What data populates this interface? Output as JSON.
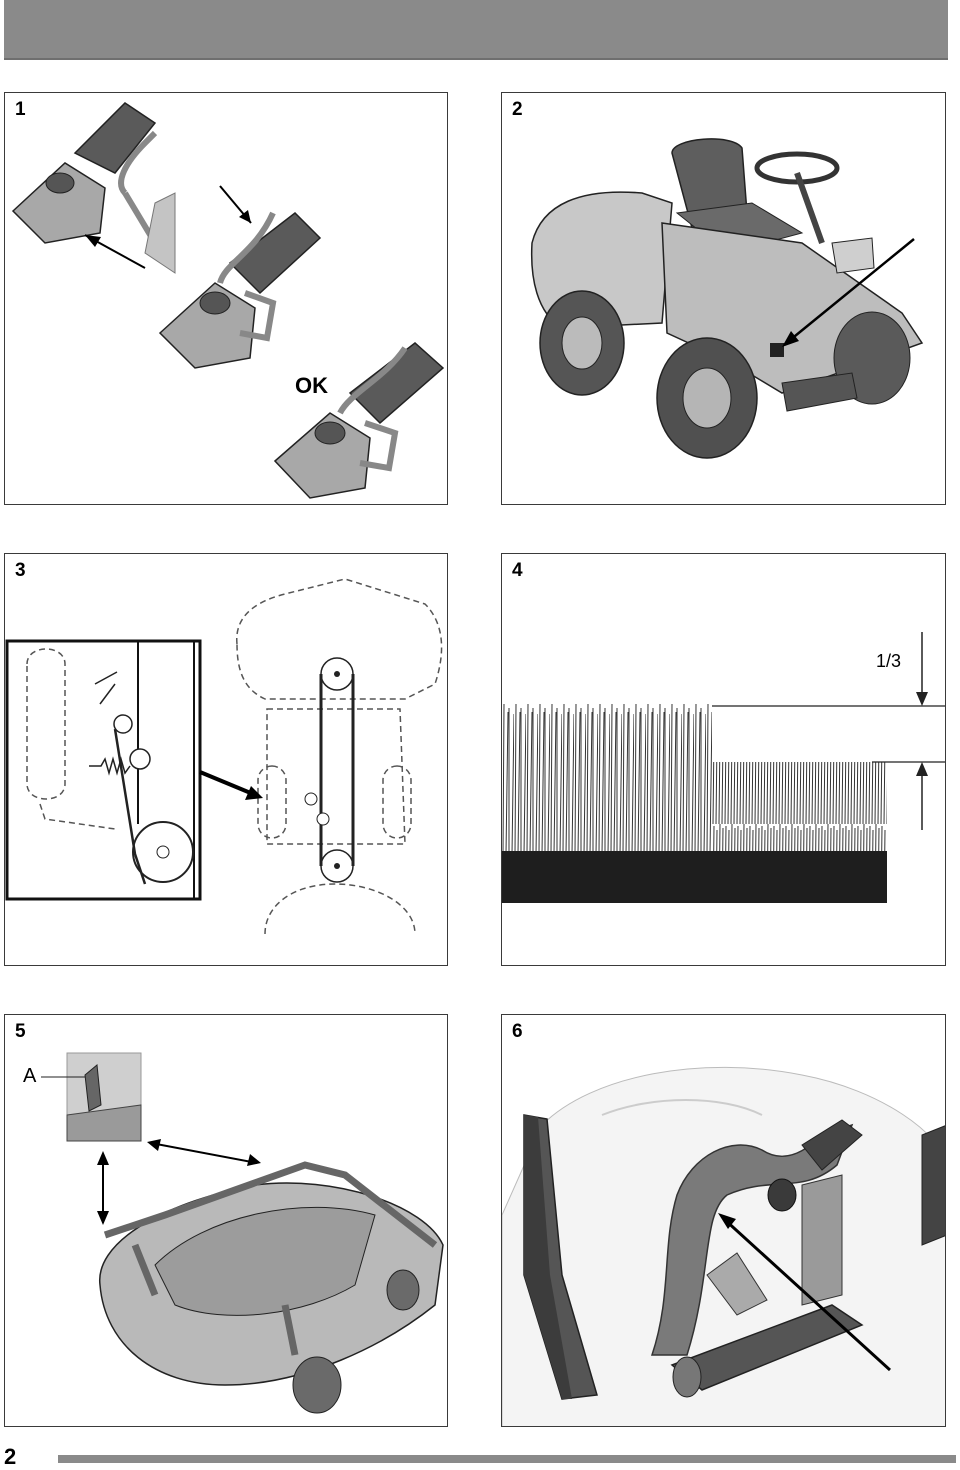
{
  "page": {
    "number": "2"
  },
  "panels": [
    {
      "number": "1",
      "label": "OK"
    },
    {
      "number": "2"
    },
    {
      "number": "3"
    },
    {
      "number": "4",
      "label": "1/3"
    },
    {
      "number": "5",
      "label": "A"
    },
    {
      "number": "6"
    }
  ],
  "colors": {
    "header_bar": "#8a8a8a",
    "panel_border": "#3a3a3a",
    "drawing_gray": "#9a9a9a",
    "dark": "#222222"
  }
}
